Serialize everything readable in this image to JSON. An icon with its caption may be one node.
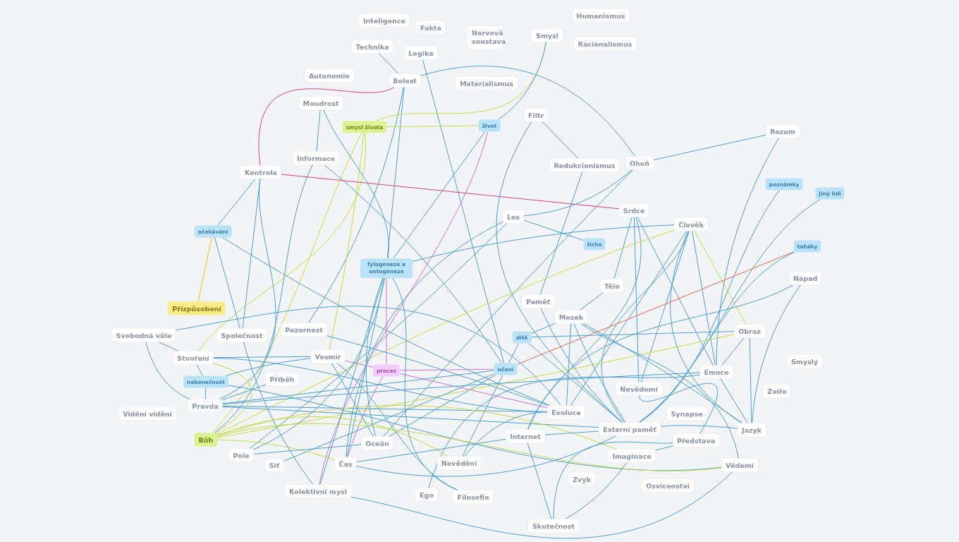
{
  "diagram": {
    "nodes": [
      {
        "text": [
          "Inteligence"
        ]
      },
      {
        "text": [
          "Fakta"
        ]
      },
      {
        "text": [
          "Humanismus"
        ]
      },
      {
        "text": [
          "Nervová soustava"
        ]
      },
      {
        "text": [
          "Smysl"
        ]
      },
      {
        "text": [
          "Technika"
        ]
      },
      {
        "text": [
          "Logika"
        ]
      },
      {
        "text": [
          "Racionalismus"
        ]
      },
      {
        "text": [
          "Autonomie"
        ]
      },
      {
        "text": [
          "Bolest"
        ]
      },
      {
        "text": [
          "Materialismus"
        ]
      },
      {
        "text": [
          "Moudrost"
        ]
      },
      {
        "text": [
          "Filtr"
        ]
      },
      {
        "text": [
          "smysl života"
        ]
      },
      {
        "text": [
          "život"
        ]
      },
      {
        "text": [
          "Rozum"
        ]
      },
      {
        "text": [
          "Informace"
        ]
      },
      {
        "text": [
          "Redukcionismus"
        ]
      },
      {
        "text": [
          "Oheň"
        ]
      },
      {
        "text": [
          "Kontrola"
        ]
      },
      {
        "text": [
          "poznámky"
        ]
      },
      {
        "text": [
          "Jiný lidi"
        ]
      },
      {
        "text": [
          "Srdce"
        ]
      },
      {
        "text": [
          "Les"
        ]
      },
      {
        "text": [
          "Člověk"
        ]
      },
      {
        "text": [
          "očekávání"
        ]
      },
      {
        "text": [
          "ticho"
        ]
      },
      {
        "text": [
          "taháky"
        ]
      },
      {
        "text": [
          "fylogeneze a ontogeneze"
        ]
      },
      {
        "text": [
          "Nápad"
        ]
      },
      {
        "text": [
          "Tělo"
        ]
      },
      {
        "text": [
          "Paměť"
        ]
      },
      {
        "text": [
          "Přizpůsobení"
        ]
      },
      {
        "text": [
          "Mozek"
        ]
      },
      {
        "text": [
          "Pozornost"
        ]
      },
      {
        "text": [
          "Svobodná vůle"
        ]
      },
      {
        "text": [
          "Společnost"
        ]
      },
      {
        "text": [
          "dítě"
        ]
      },
      {
        "text": [
          "Obraz"
        ]
      },
      {
        "text": [
          "Stvoření"
        ]
      },
      {
        "text": [
          "Vesmír"
        ]
      },
      {
        "text": [
          "proces"
        ]
      },
      {
        "text": [
          "učení"
        ]
      },
      {
        "text": [
          "Emoce"
        ]
      },
      {
        "text": [
          "Příběh"
        ]
      },
      {
        "text": [
          "nekonečnost"
        ]
      },
      {
        "text": [
          "Smysly"
        ]
      },
      {
        "text": [
          "Nevědomí"
        ]
      },
      {
        "text": [
          "Pravda"
        ]
      },
      {
        "text": [
          "Zvíře"
        ]
      },
      {
        "text": [
          "Evoluce"
        ]
      },
      {
        "text": [
          "Vidění vidění"
        ]
      },
      {
        "text": [
          "Synapse"
        ]
      },
      {
        "text": [
          "Externí paměť"
        ]
      },
      {
        "text": [
          "Jazyk"
        ]
      },
      {
        "text": [
          "Internet"
        ]
      },
      {
        "text": [
          "Představa"
        ]
      },
      {
        "text": [
          "Bůh"
        ]
      },
      {
        "text": [
          "Oceán"
        ]
      },
      {
        "text": [
          "Pole"
        ]
      },
      {
        "text": [
          "Síť"
        ]
      },
      {
        "text": [
          "Čas"
        ]
      },
      {
        "text": [
          "Nevědění"
        ]
      },
      {
        "text": [
          "Imaginace"
        ]
      },
      {
        "text": [
          "Vědomí"
        ]
      },
      {
        "text": [
          "Zvyk"
        ]
      },
      {
        "text": [
          "Osvícenství"
        ]
      },
      {
        "text": [
          "Kolektivní mysl"
        ]
      },
      {
        "text": [
          "Ego"
        ]
      },
      {
        "text": [
          "Filosofie"
        ]
      },
      {
        "text": [
          "Skutečnost"
        ]
      }
    ],
    "edges": [
      {
        "from": 5,
        "to": 9,
        "arrow": "none"
      },
      {
        "from": 9,
        "to": 19,
        "arrow": "none",
        "color": "#d9417a"
      },
      {
        "from": 9,
        "to": 18,
        "arrow": "none"
      },
      {
        "from": 9,
        "to": 28,
        "arrow": "none"
      },
      {
        "from": 9,
        "to": 34,
        "arrow": "none"
      },
      {
        "from": 6,
        "to": 42,
        "arrow": "none"
      },
      {
        "from": 4,
        "to": 13,
        "arrow": "none",
        "color": "#c5dc4a"
      },
      {
        "from": 4,
        "to": 14,
        "arrow": "none"
      },
      {
        "from": 13,
        "to": 14,
        "arrow": "none",
        "color": "#c5dc4a"
      },
      {
        "from": 13,
        "to": 39,
        "arrow": "none",
        "color": "#c5dc4a"
      },
      {
        "from": 13,
        "to": 57,
        "arrow": "none",
        "color": "#c5dc4a"
      },
      {
        "from": 13,
        "to": 40,
        "arrow": "none",
        "color": "#c5dc4a"
      },
      {
        "from": 14,
        "to": 28,
        "arrow": "none"
      },
      {
        "from": 14,
        "to": 67,
        "arrow": "none",
        "color": "#d46ee0"
      },
      {
        "from": 28,
        "to": 41,
        "arrow": "none",
        "color": "#d46ee0"
      },
      {
        "from": 41,
        "to": 61,
        "arrow": "none",
        "color": "#d46ee0"
      },
      {
        "from": 41,
        "to": 42,
        "arrow": "none",
        "color": "#d46ee0"
      },
      {
        "from": 41,
        "to": 50,
        "arrow": "none",
        "color": "#d46ee0"
      },
      {
        "from": 40,
        "to": 41,
        "arrow": "none",
        "color": "#d46ee0"
      },
      {
        "from": 11,
        "to": 16,
        "arrow": "none"
      },
      {
        "from": 11,
        "to": 28,
        "arrow": "none"
      },
      {
        "from": 16,
        "to": 57,
        "arrow": "none"
      },
      {
        "from": 16,
        "to": 42,
        "arrow": "none"
      },
      {
        "from": 19,
        "to": 22,
        "arrow": "none",
        "color": "#d9417a"
      },
      {
        "from": 19,
        "to": 25,
        "arrow": "none"
      },
      {
        "from": 19,
        "to": 48,
        "arrow": "none"
      },
      {
        "from": 19,
        "to": 36,
        "arrow": "none"
      },
      {
        "from": 25,
        "to": 32,
        "arrow": "none",
        "color": "#e0c21a"
      },
      {
        "from": 25,
        "to": 36,
        "arrow": "none"
      },
      {
        "from": 25,
        "to": 50,
        "arrow": "none"
      },
      {
        "from": 12,
        "to": 17,
        "arrow": "none"
      },
      {
        "from": 12,
        "to": 53,
        "arrow": "none"
      },
      {
        "from": 18,
        "to": 15,
        "arrow": "none"
      },
      {
        "from": 18,
        "to": 23,
        "arrow": "none"
      },
      {
        "from": 18,
        "to": 58,
        "arrow": "none"
      },
      {
        "from": 17,
        "to": 31,
        "arrow": "none"
      },
      {
        "from": 22,
        "to": 30,
        "arrow": "none"
      },
      {
        "from": 22,
        "to": 47,
        "arrow": "none"
      },
      {
        "from": 22,
        "to": 43,
        "arrow": "none"
      },
      {
        "from": 22,
        "to": 55,
        "arrow": "none"
      },
      {
        "from": 23,
        "to": 26,
        "arrow": "none"
      },
      {
        "from": 23,
        "to": 61,
        "arrow": "none"
      },
      {
        "from": 23,
        "to": 59,
        "arrow": "none"
      },
      {
        "from": 28,
        "to": 24,
        "arrow": "none"
      },
      {
        "from": 24,
        "to": 38,
        "arrow": "none",
        "color": "#c5dc4a"
      },
      {
        "from": 24,
        "to": 43,
        "arrow": "none"
      },
      {
        "from": 24,
        "to": 54,
        "arrow": "none"
      },
      {
        "from": 24,
        "to": 53,
        "arrow": "none"
      },
      {
        "from": 24,
        "to": 50,
        "arrow": "none"
      },
      {
        "from": 24,
        "to": 47,
        "arrow": "none"
      },
      {
        "from": 24,
        "to": 57,
        "arrow": "none",
        "color": "#c5dc4a"
      },
      {
        "from": 15,
        "to": 43,
        "arrow": "none"
      },
      {
        "from": 20,
        "to": 53,
        "arrow": "none"
      },
      {
        "from": 21,
        "to": 53,
        "arrow": "none"
      },
      {
        "from": 27,
        "to": 42,
        "arrow": "none",
        "color": "#f0694a"
      },
      {
        "from": 27,
        "to": 53,
        "arrow": "none"
      },
      {
        "from": 29,
        "to": 54,
        "arrow": "none"
      },
      {
        "from": 29,
        "to": 55,
        "arrow": "none"
      },
      {
        "from": 38,
        "to": 54,
        "arrow": "none"
      },
      {
        "from": 38,
        "to": 43,
        "arrow": "none"
      },
      {
        "from": 38,
        "to": 37,
        "arrow": "none"
      },
      {
        "from": 38,
        "to": 57,
        "arrow": "none",
        "color": "#c5dc4a"
      },
      {
        "from": 43,
        "to": 54,
        "arrow": "none"
      },
      {
        "from": 43,
        "to": 48,
        "arrow": "none"
      },
      {
        "from": 43,
        "to": 68,
        "arrow": "none"
      },
      {
        "from": 33,
        "to": 30,
        "arrow": "none"
      },
      {
        "from": 33,
        "to": 37,
        "arrow": "none"
      },
      {
        "from": 33,
        "to": 50,
        "arrow": "none"
      },
      {
        "from": 33,
        "to": 54,
        "arrow": "none"
      },
      {
        "from": 33,
        "to": 64,
        "arrow": "none"
      },
      {
        "from": 33,
        "to": 53,
        "arrow": "none"
      },
      {
        "from": 31,
        "to": 53,
        "arrow": "none"
      },
      {
        "from": 37,
        "to": 42,
        "arrow": "none"
      },
      {
        "from": 37,
        "to": 53,
        "arrow": "none"
      },
      {
        "from": 42,
        "to": 48,
        "arrow": "none"
      },
      {
        "from": 42,
        "to": 62,
        "arrow": "none"
      },
      {
        "from": 42,
        "to": 58,
        "arrow": "none"
      },
      {
        "from": 42,
        "to": 60,
        "arrow": "none"
      },
      {
        "from": 35,
        "to": 39,
        "arrow": "none"
      },
      {
        "from": 35,
        "to": 48,
        "arrow": "none"
      },
      {
        "from": 35,
        "to": 50,
        "arrow": "none"
      },
      {
        "from": 39,
        "to": 40,
        "arrow": "none"
      },
      {
        "from": 39,
        "to": 45,
        "arrow": "none"
      },
      {
        "from": 39,
        "to": 50,
        "arrow": "none"
      },
      {
        "from": 39,
        "to": 57,
        "arrow": "none",
        "color": "#c5dc4a"
      },
      {
        "from": 45,
        "to": 40,
        "arrow": "none"
      },
      {
        "from": 45,
        "to": 48,
        "arrow": "none"
      },
      {
        "from": 45,
        "to": 64,
        "arrow": "none"
      },
      {
        "from": 34,
        "to": 50,
        "arrow": "none"
      },
      {
        "from": 48,
        "to": 44,
        "arrow": "none"
      },
      {
        "from": 48,
        "to": 50,
        "arrow": "none"
      },
      {
        "from": 48,
        "to": 53,
        "arrow": "none"
      },
      {
        "from": 40,
        "to": 58,
        "arrow": "none"
      },
      {
        "from": 40,
        "to": 69,
        "arrow": "none"
      },
      {
        "from": 57,
        "to": 63,
        "arrow": "none",
        "color": "#c5dc4a"
      },
      {
        "from": 57,
        "to": 64,
        "arrow": "none",
        "color": "#c5dc4a"
      },
      {
        "from": 57,
        "to": 61,
        "arrow": "none",
        "color": "#c5dc4a"
      },
      {
        "from": 57,
        "to": 62,
        "arrow": "none",
        "color": "#c5dc4a"
      },
      {
        "from": 36,
        "to": 67,
        "arrow": "none"
      },
      {
        "from": 59,
        "to": 58,
        "arrow": "none"
      },
      {
        "from": 59,
        "to": 28,
        "arrow": "none"
      },
      {
        "from": 61,
        "to": 28,
        "arrow": "none"
      },
      {
        "from": 61,
        "to": 53,
        "arrow": "none"
      },
      {
        "from": 61,
        "to": 55,
        "arrow": "none"
      },
      {
        "from": 58,
        "to": 28,
        "arrow": "none"
      },
      {
        "from": 67,
        "to": 64,
        "arrow": "none"
      },
      {
        "from": 67,
        "to": 28,
        "arrow": "none"
      },
      {
        "from": 50,
        "to": 62,
        "arrow": "none"
      },
      {
        "from": 55,
        "to": 70,
        "arrow": "none"
      },
      {
        "from": 55,
        "to": 53,
        "arrow": "none"
      },
      {
        "from": 63,
        "to": 70,
        "arrow": "none"
      },
      {
        "from": 56,
        "to": 70,
        "arrow": "none"
      },
      {
        "from": 63,
        "to": 56,
        "arrow": "none"
      },
      {
        "from": 53,
        "to": 54,
        "arrow": "none"
      },
      {
        "from": 47,
        "to": 56,
        "arrow": "none"
      },
      {
        "from": 69,
        "to": 28,
        "arrow": "none"
      }
    ]
  }
}
